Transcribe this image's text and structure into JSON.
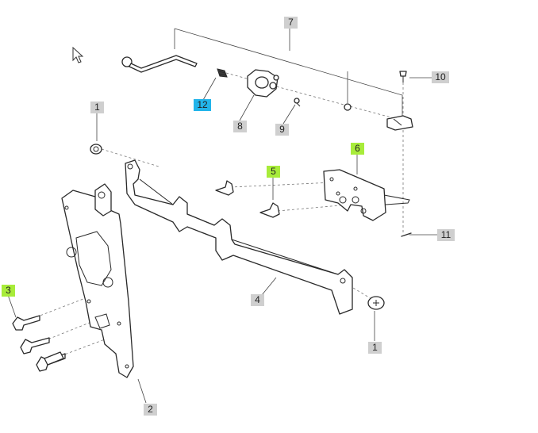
{
  "callouts": {
    "c1_top": "1",
    "c1_bottom": "1",
    "c2": "2",
    "c3": "3",
    "c4": "4",
    "c5": "5",
    "c6": "6",
    "c7": "7",
    "c8": "8",
    "c9": "9",
    "c10": "10",
    "c11": "11",
    "c12": "12"
  },
  "colors": {
    "callout_default": "#cfcfcf",
    "callout_highlight_green": "#a8ec3a",
    "callout_highlight_blue": "#22b4ea"
  },
  "icons": {
    "cursor": "mouse-pointer-icon"
  }
}
